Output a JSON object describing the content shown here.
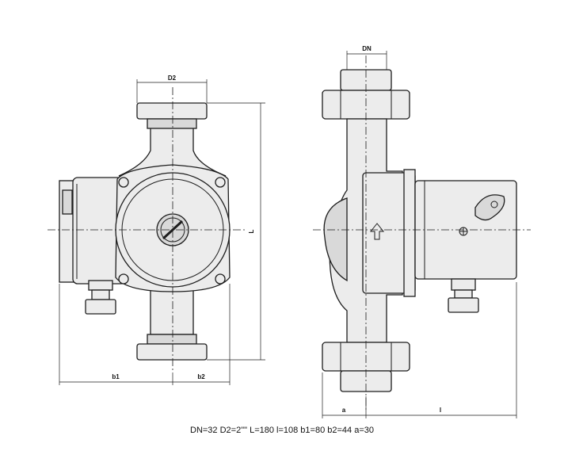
{
  "labels": {
    "dn": "DN",
    "d2": "D2",
    "L": "L",
    "b1": "b1",
    "b2": "b2",
    "a": "a",
    "l": "l"
  },
  "caption": "DN=32 D2=2\"\" L=180 l=108 b1=80 b2=44 a=30"
}
